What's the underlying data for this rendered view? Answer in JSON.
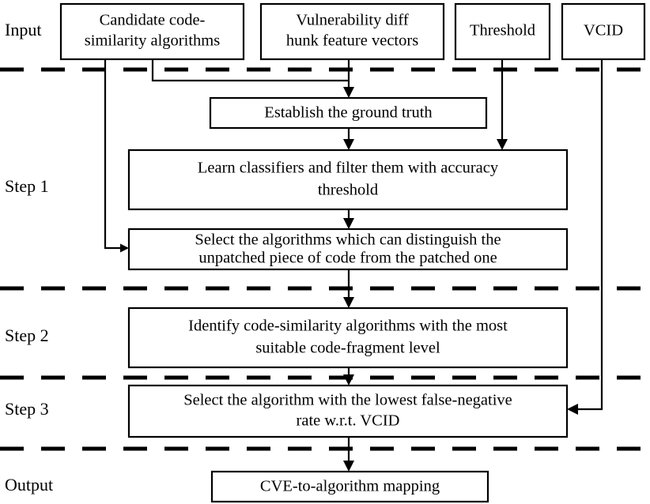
{
  "diagram": {
    "title": "Methodology flowchart",
    "colors": {
      "background": "#ffffff",
      "stroke": "#000000",
      "box_fill": "#ffffff"
    },
    "stage_labels": [
      {
        "id": "input",
        "text": "Input"
      },
      {
        "id": "step1",
        "text": "Step 1"
      },
      {
        "id": "step2",
        "text": "Step 2"
      },
      {
        "id": "step3",
        "text": "Step 3"
      },
      {
        "id": "output",
        "text": "Output"
      }
    ],
    "boxes": [
      {
        "id": "candidate-algorithms",
        "lines": [
          "Candidate code-",
          "similarity algorithms"
        ]
      },
      {
        "id": "vulnerability-vectors",
        "lines": [
          "Vulnerability diff",
          "hunk feature vectors"
        ]
      },
      {
        "id": "threshold",
        "lines": [
          "Threshold"
        ]
      },
      {
        "id": "vcid",
        "lines": [
          "VCID"
        ]
      },
      {
        "id": "establish-ground-truth",
        "lines": [
          "Establish the ground truth"
        ]
      },
      {
        "id": "learn-classifiers",
        "lines": [
          "Learn classifiers and filter them with accuracy",
          "threshold"
        ]
      },
      {
        "id": "select-algorithms",
        "lines": [
          "Select the algorithms which can distinguish the",
          "unpatched piece of code from the patched one"
        ]
      },
      {
        "id": "identify-code-similarity",
        "lines": [
          "Identify code-similarity algorithms with the most",
          "suitable code-fragment level"
        ]
      },
      {
        "id": "select-lowest-fn",
        "lines": [
          "Select the algorithm with the lowest false-negative",
          "rate w.r.t. VCID"
        ]
      },
      {
        "id": "cve-to-algorithm-mapping",
        "lines": [
          "CVE-to-algorithm mapping"
        ]
      }
    ],
    "edges": [
      {
        "id": "candidate-to-select-algorithms",
        "from": "candidate-algorithms",
        "to": "select-algorithms"
      },
      {
        "id": "candidate-to-establish",
        "from": "candidate-algorithms",
        "to": "establish-ground-truth"
      },
      {
        "id": "vectors-to-establish",
        "from": "vulnerability-vectors",
        "to": "establish-ground-truth"
      },
      {
        "id": "threshold-to-learn",
        "from": "threshold",
        "to": "learn-classifiers"
      },
      {
        "id": "vcid-to-select-lowest-fn",
        "from": "vcid",
        "to": "select-lowest-fn"
      },
      {
        "id": "establish-to-learn",
        "from": "establish-ground-truth",
        "to": "learn-classifiers"
      },
      {
        "id": "learn-to-select-algorithms",
        "from": "learn-classifiers",
        "to": "select-algorithms"
      },
      {
        "id": "select-algorithms-to-identify",
        "from": "select-algorithms",
        "to": "identify-code-similarity"
      },
      {
        "id": "identify-to-select-lowest-fn",
        "from": "identify-code-similarity",
        "to": "select-lowest-fn"
      },
      {
        "id": "select-lowest-fn-to-mapping",
        "from": "select-lowest-fn",
        "to": "cve-to-algorithm-mapping"
      }
    ],
    "dividers": [
      {
        "id": "divider-input-step1"
      },
      {
        "id": "divider-step1-step2"
      },
      {
        "id": "divider-step2-step3"
      },
      {
        "id": "divider-step3-output"
      }
    ]
  }
}
